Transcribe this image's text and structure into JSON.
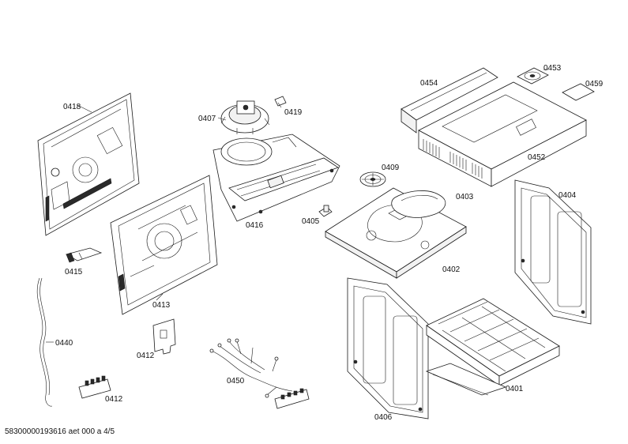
{
  "parts": {
    "p0418": "0418",
    "p0407": "0407",
    "p0419": "0419",
    "p0454": "0454",
    "p0453": "0453",
    "p0459": "0459",
    "p0452": "0452",
    "p0409": "0409",
    "p0403": "0403",
    "p0404": "0404",
    "p0416": "0416",
    "p0405": "0405",
    "p0402": "0402",
    "p0415": "0415",
    "p0413": "0413",
    "p0440": "0440",
    "p0412a": "0412",
    "p0412b": "0412",
    "p0450": "0450",
    "p0401": "0401",
    "p0406": "0406"
  },
  "footer": "58300000193616 aet 000 a 4/5"
}
